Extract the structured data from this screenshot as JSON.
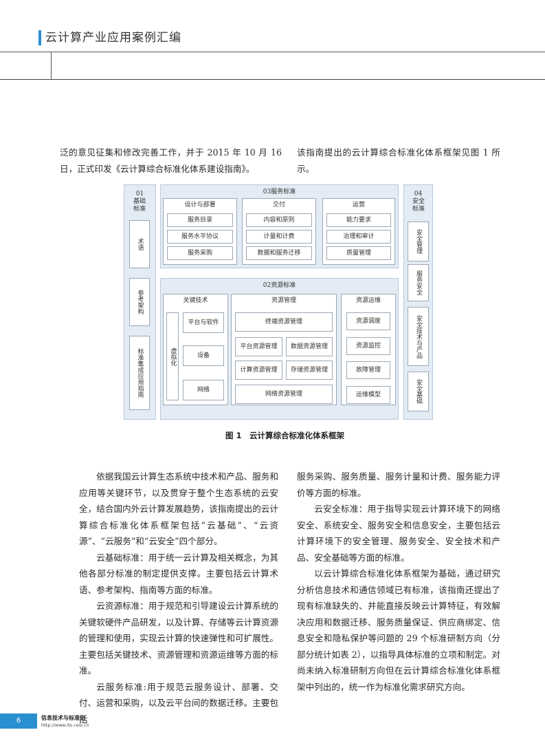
{
  "header": {
    "title": "云计算产业应用案例汇编"
  },
  "top_text": {
    "left": "泛的意见征集和修改完善工作，并于 2015 年 10 月 16 日，正式印发《云计算综合标准化体系建设指南》。",
    "right": "该指南提出的云计算综合标准化体系框架见图 1 所示。"
  },
  "figure": {
    "caption": "图 1　云计算综合标准化体系框架",
    "basic": {
      "num": "01",
      "title": "基础标准",
      "items": [
        "术语",
        "参考架构",
        "标准集成应用指南"
      ]
    },
    "service": {
      "title": "03服务标准",
      "groups": [
        {
          "title": "设计与部署",
          "items": [
            "服务目录",
            "服务水平协议",
            "服务采购"
          ]
        },
        {
          "title": "交付",
          "items": [
            "内容和原则",
            "计量和计费",
            "数据和服务迁移"
          ]
        },
        {
          "title": "运营",
          "items": [
            "能力要求",
            "治理和审计",
            "质量管理"
          ]
        }
      ]
    },
    "resource": {
      "title": "02资源标准",
      "key_tech": {
        "title": "关键技术",
        "virtual": "虚拟化",
        "items": [
          "平台与软件",
          "设备",
          "网络"
        ]
      },
      "mgmt": {
        "title": "资源管理",
        "top": "终端资源管理",
        "grid": [
          "平台资源管理",
          "数据资源管理",
          "计算资源管理",
          "存储资源管理"
        ],
        "bottom": "网络资源管理"
      },
      "ops": {
        "title": "资源运维",
        "items": [
          "资源调度",
          "资源监控",
          "故障管理",
          "运维模型"
        ]
      }
    },
    "security": {
      "num": "04",
      "title": "安全标准",
      "items": [
        "安全管理",
        "服务安全",
        "安全技术与产品",
        "安全基础"
      ]
    }
  },
  "left_col": [
    "依据我国云计算生态系统中技术和产品、服务和应用等关键环节，以及贯穿于整个生态系统的云安全，结合国内外云计算发展趋势，该指南提出的云计算综合标准化体系框架包括“云基础”、“云资源”、“云服务”和“云安全”四个部分。",
    "云基础标准：用于统一云计算及相关概念，为其他各部分标准的制定提供支撑。主要包括云计算术语、参考架构、指南等方面的标准。",
    "云资源标准：用于规范和引导建设云计算系统的关键软硬件产品研发，以及计算、存储等云计算资源的管理和使用，实现云计算的快速弹性和可扩展性。主要包括关键技术、资源管理和资源运维等方面的标准。",
    "云服务标准:用于规范云服务设计、部署、交付、运营和采购，以及云平台间的数据迁移。主要包括"
  ],
  "right_col": [
    "服务采购、服务质量、服务计量和计费、服务能力评价等方面的标准。",
    "云安全标准：用于指导实现云计算环境下的网络安全、系统安全、服务安全和信息安全，主要包括云计算环境下的安全管理、服务安全、安全技术和产品、安全基础等方面的标准。",
    "以云计算综合标准化体系框架为基础，通过研究分析信息技术和通信领域已有标准，该指南还提出了现有标准缺失的、并能直接反映云计算特征，有效解决应用和数据迁移、服务质量保证、供应商绑定、信息安全和隐私保护等问题的 29 个标准研制方向（分部分统计如表 2），以指导具体标准的立项和制定。对尚未纳入标准研制方向但在云计算综合标准化体系框架中列出的，统一作为标准化需求研究方向。"
  ],
  "footer": {
    "page": "6",
    "title": "信息技术与标准化",
    "url": "http://www.its.cesi.cn"
  }
}
